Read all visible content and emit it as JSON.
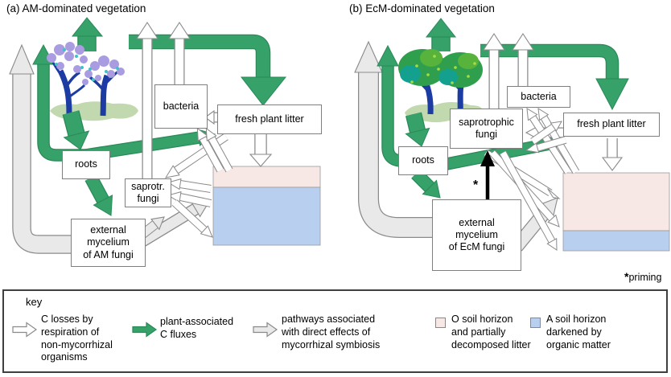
{
  "panels": [
    {
      "title": "(a) AM-dominated vegetation",
      "boxes": {
        "bacteria": "bacteria",
        "fresh_plant_litter": "fresh plant litter",
        "roots": "roots",
        "saprotrophic_fungi": "saprotr.\nfungi",
        "external_mycelium": "external\nmycelium\nof AM fungi"
      }
    },
    {
      "title": "(b) EcM-dominated vegetation",
      "boxes": {
        "bacteria": "bacteria",
        "fresh_plant_litter": "fresh plant litter",
        "roots": "roots",
        "saprotrophic_fungi": "saprotrophic\nfungi",
        "external_mycelium": "external\nmycelium\nof EcM fungi"
      },
      "priming_star": "*",
      "priming_label": "priming"
    }
  ],
  "key": {
    "label": "key",
    "items": [
      {
        "icon": "white-arrow",
        "text": "C losses by\nrespiration of\nnon-mycorrhizal\norganisms"
      },
      {
        "icon": "green-arrow",
        "text": "plant-associated\nC fluxes"
      },
      {
        "icon": "gray-arrow",
        "text": "pathways associated\nwith direct effects of\nmycorrhizal symbiosis"
      },
      {
        "icon": "pink-swatch",
        "text": "O soil horizon\nand partially\ndecomposed litter"
      },
      {
        "icon": "blue-swatch",
        "text": "A soil horizon\ndarkened by\norganic matter"
      }
    ]
  },
  "colors": {
    "green": "#36a169",
    "green_outline": "#2a8a58",
    "gray_fill": "#e9e9e9",
    "arrow_outline": "#8a8a8a",
    "soil_pink": "#f7e8e5",
    "soil_blue": "#b9cff0",
    "trunk_blue": "#1c3ca3",
    "blossom_purple": "#a99ce1",
    "canopy_green": "#2f9f4e",
    "ground_green": "#c2d8af"
  }
}
